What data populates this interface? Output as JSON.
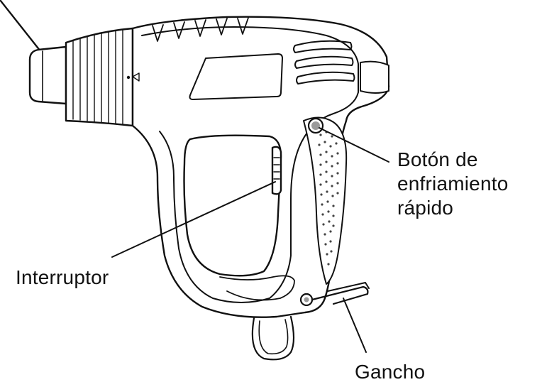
{
  "diagram": {
    "subject": "heat-gun",
    "labels": {
      "boton_line1": "Botón de",
      "boton_line2": "enfriamiento",
      "boton_line3": "rápido",
      "interruptor": "Interruptor",
      "gancho": "Gancho"
    },
    "colors": {
      "ink": "#111111",
      "background": "#ffffff",
      "grip_dots": "#444444",
      "button_fill": "#9a9a9a"
    }
  }
}
